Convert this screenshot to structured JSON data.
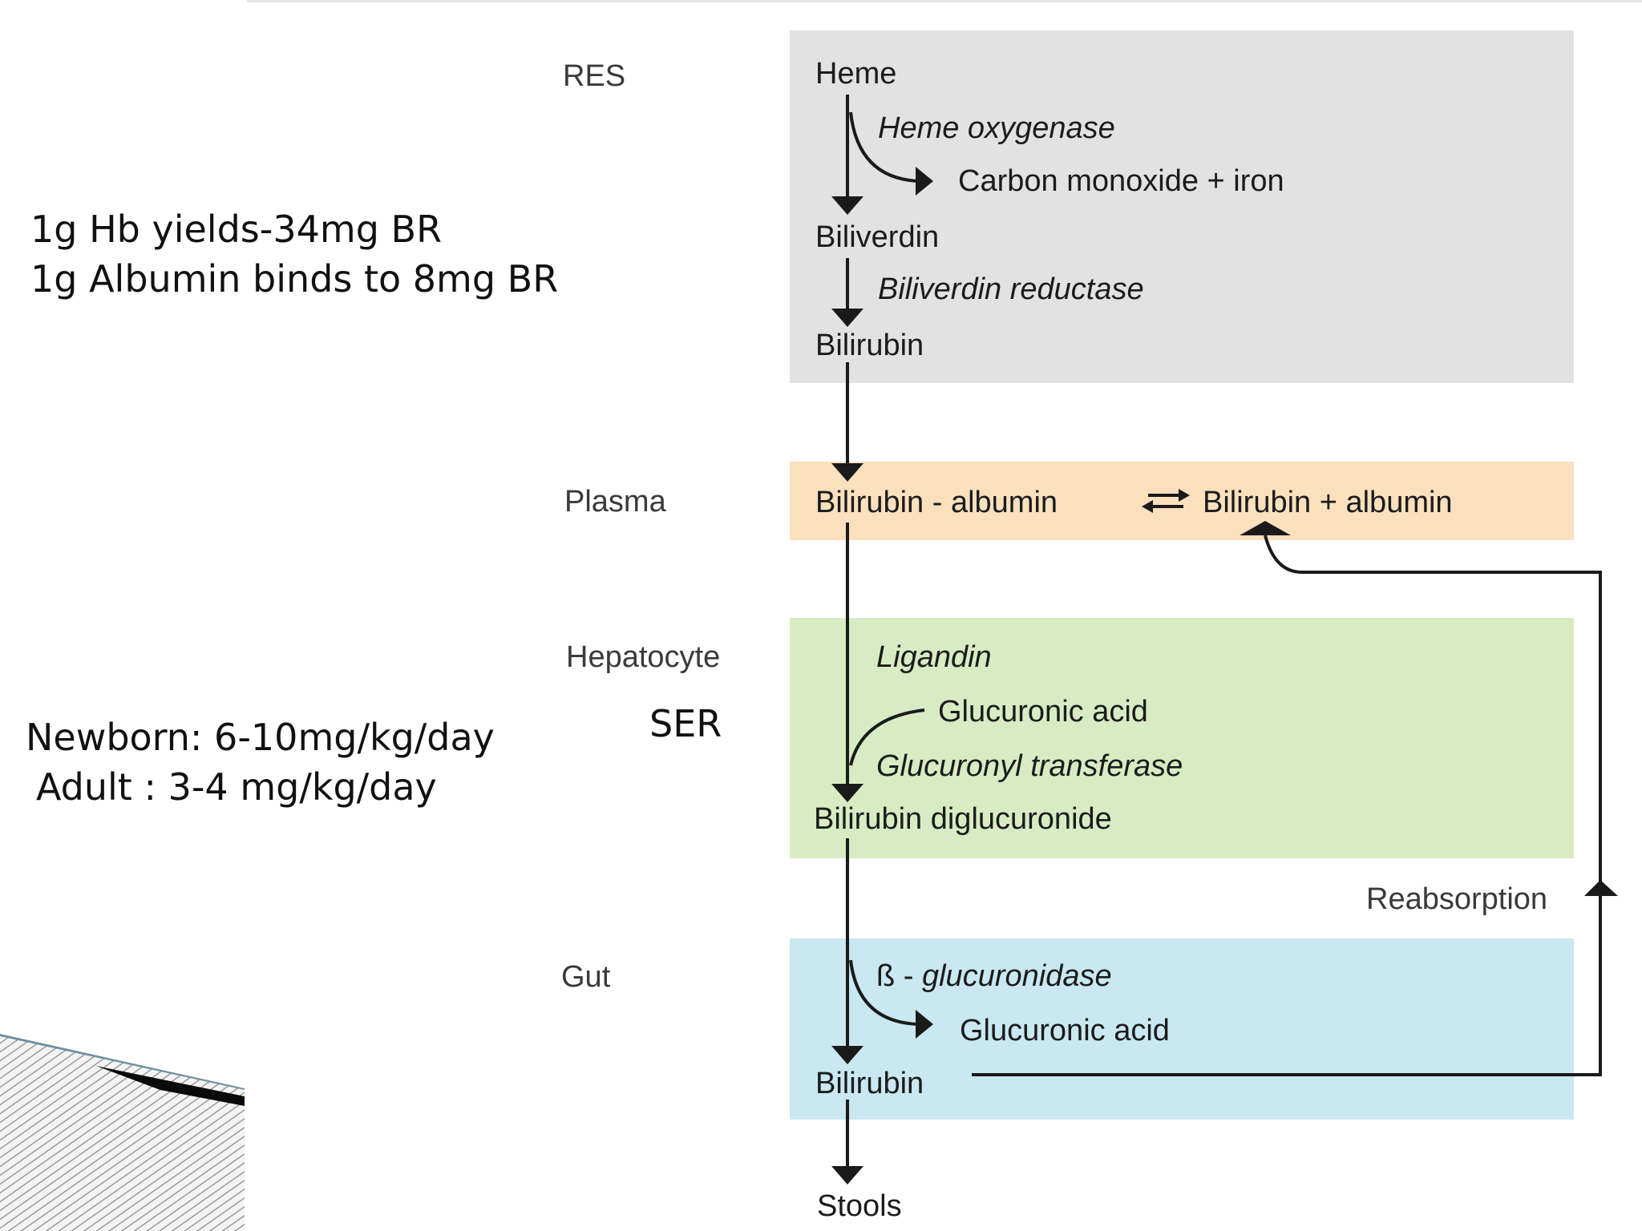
{
  "colors": {
    "res_band": "#e2e2e2",
    "plasma_band": "#fbe0be",
    "hepatocyte_band": "#d8ecc4",
    "gut_band": "#c9e8f1",
    "line": "#1a1a1a"
  },
  "sections": {
    "res": "RES",
    "plasma": "Plasma",
    "hepatocyte": "Hepatocyte",
    "gut": "Gut"
  },
  "res": {
    "heme": "Heme",
    "heme_oxygenase": "Heme oxygenase",
    "carbon_monoxide": "Carbon monoxide + iron",
    "biliverdin": "Biliverdin",
    "biliverdin_reductase": "Biliverdin reductase",
    "bilirubin": "Bilirubin"
  },
  "plasma": {
    "complex": "Bilirubin - albumin",
    "free": "Bilirubin + albumin"
  },
  "hepatocyte": {
    "ligandin": "Ligandin",
    "glucuronic_acid": "Glucuronic acid",
    "transferase": "Glucuronyl transferase",
    "diglucuronide": "Bilirubin diglucuronide",
    "ser": "SER"
  },
  "gut": {
    "glucuronidase_beta": "ß - ",
    "glucuronidase_name": "glucuronidase",
    "glucuronic_acid": "Glucuronic acid",
    "bilirubin": "Bilirubin",
    "reabsorption": "Reabsorption",
    "stools": "Stools"
  },
  "notes": {
    "hb_yield": "1g Hb yields-34mg BR",
    "albumin_binding": "1g Albumin binds to 8mg BR",
    "newborn": "Newborn: 6-10mg/kg/day",
    "adult": "Adult :    3-4 mg/kg/day"
  }
}
